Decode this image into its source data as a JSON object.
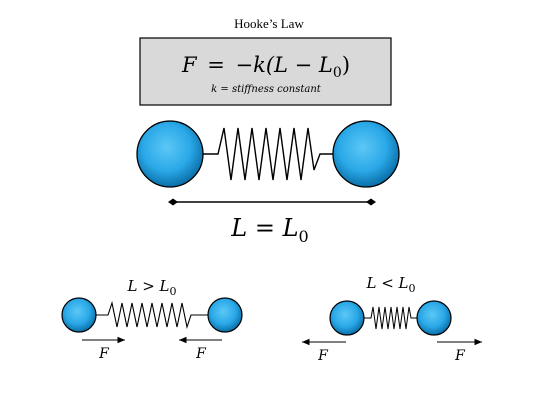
{
  "title": "Hooke’s Law",
  "formula": {
    "lhs": "F",
    "eq": "=",
    "rhs_prefix": "−k(L − L",
    "sub": "0",
    "close": ")",
    "note": "k = stiffness constant"
  },
  "center_label": {
    "main": "L = L",
    "sub": "0"
  },
  "left_label": {
    "main": "L > L",
    "sub": "0"
  },
  "right_label": {
    "main": "L < L",
    "sub": "0"
  },
  "force_label": "F",
  "colors": {
    "ball": "#2aa8e8",
    "ball_dark": "#0a6fa8",
    "box_fill": "#d9d9d9",
    "stroke": "#000000"
  }
}
